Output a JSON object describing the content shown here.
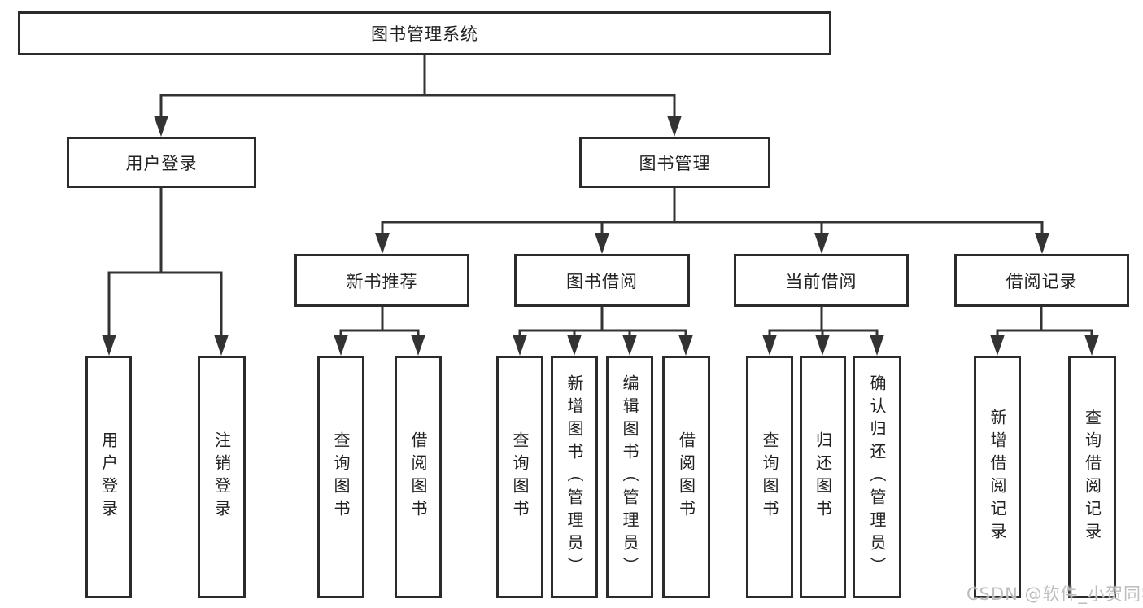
{
  "diagram": {
    "type": "function-structure-tree",
    "root": {
      "label": "图书管理系统"
    },
    "level2": [
      {
        "label": "用户登录",
        "parent": "图书管理系统"
      },
      {
        "label": "图书管理",
        "parent": "图书管理系统"
      }
    ],
    "level3": [
      {
        "label": "新书推荐",
        "parent": "图书管理"
      },
      {
        "label": "图书借阅",
        "parent": "图书管理"
      },
      {
        "label": "当前借阅",
        "parent": "图书管理"
      },
      {
        "label": "借阅记录",
        "parent": "图书管理"
      }
    ],
    "leaves": [
      {
        "label": "用户登录",
        "parent": "用户登录"
      },
      {
        "label": "注销登录",
        "parent": "用户登录"
      },
      {
        "label": "查询图书",
        "parent": "新书推荐"
      },
      {
        "label": "借阅图书",
        "parent": "新书推荐"
      },
      {
        "label": "查询图书",
        "parent": "图书借阅"
      },
      {
        "label": "新增图书（管理员）",
        "parent": "图书借阅"
      },
      {
        "label": "编辑图书（管理员）",
        "parent": "图书借阅"
      },
      {
        "label": "借阅图书",
        "parent": "图书借阅"
      },
      {
        "label": "查询图书",
        "parent": "当前借阅"
      },
      {
        "label": "归还图书",
        "parent": "当前借阅"
      },
      {
        "label": "确认归还（管理员）",
        "parent": "当前借阅"
      },
      {
        "label": "新增借阅记录",
        "parent": "借阅记录"
      },
      {
        "label": "查询借阅记录",
        "parent": "借阅记录"
      }
    ]
  },
  "watermark": {
    "text": "CSDN @软件_小贺同学"
  },
  "colors": {
    "line": "#333333",
    "box_border": "#2b2b2b",
    "text": "#212121",
    "watermark": "#bdbdbd",
    "background": "#ffffff"
  }
}
